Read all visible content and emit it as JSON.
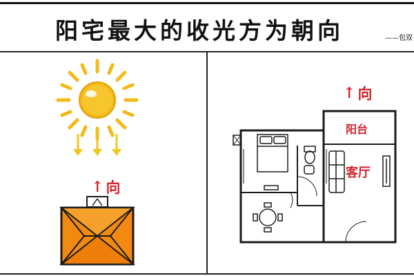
{
  "title": "阳宅最大的收光方为朝向",
  "signature": "——包双",
  "left_panel": {
    "orientation_label": "向",
    "icons": [
      "sun-icon",
      "arrow-down-icon",
      "arrow-up-icon",
      "house-icon"
    ]
  },
  "right_panel": {
    "orientation_label": "向",
    "rooms": {
      "balcony": "阳台",
      "living_room": "客厅"
    },
    "icons": [
      "arrow-up-icon",
      "bed-icon",
      "toilet-icon",
      "sofa-icon",
      "tv-icon",
      "dining-table-icon"
    ]
  },
  "colors": {
    "sun": "#F5B917",
    "arrow_yellow": "#F2C61B",
    "accent_red": "#D4232A",
    "roof_orange": "#F28A12",
    "line_dark": "#1A1A1A"
  }
}
